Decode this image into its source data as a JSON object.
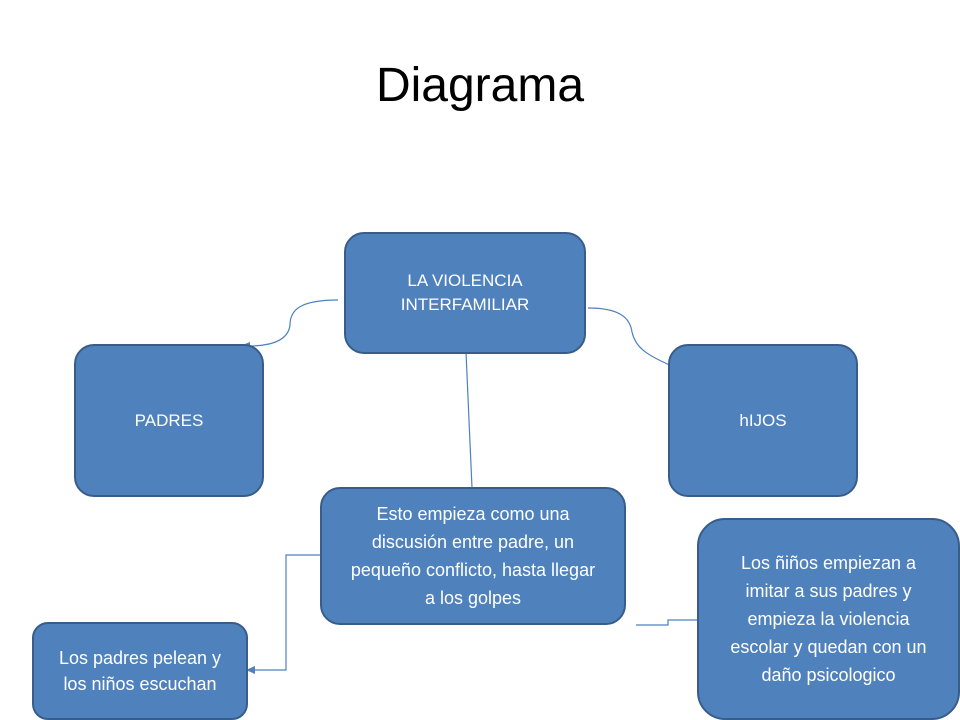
{
  "title": "Diagrama",
  "nodes": {
    "center": "LA VIOLENCIA INTERFAMILIAR",
    "left": "PADRES",
    "right": "hIJOS",
    "middle": "Esto empieza como una discusión entre padre, un pequeño conflicto, hasta llegar a los golpes",
    "bottom_left": "Los padres pelean y los niños escuchan",
    "bottom_right": "Los ñiños empiezan a imitar a sus padres y empieza la violencia escolar y quedan con un daño psicologico"
  },
  "colors": {
    "box_fill": "#4f81bd",
    "box_border": "#385d8a",
    "connector": "#4f81bd"
  }
}
